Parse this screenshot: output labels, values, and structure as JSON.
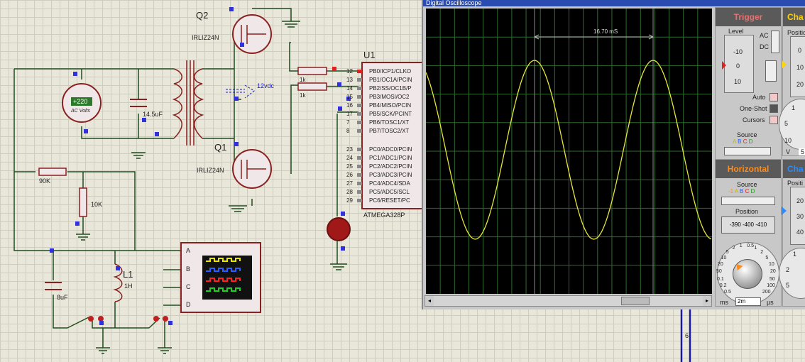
{
  "osc": {
    "title": "Digital Oscilloscope",
    "measurement": "16.70 mS",
    "trigger": {
      "title": "Trigger",
      "level_label": "Level",
      "level_ticks": [
        "-10",
        "0",
        "10"
      ],
      "ac_label": "AC",
      "dc_label": "DC",
      "auto_label": "Auto",
      "oneshot_label": "One-Shot",
      "cursors_label": "Cursors",
      "source_label": "Source",
      "source_letters": [
        "A",
        "B",
        "C",
        "D"
      ]
    },
    "horizontal": {
      "title": "Horizontal",
      "source_label": "Source",
      "source_letters": [
        "-1",
        "A",
        "B",
        "C",
        "D"
      ],
      "position_label": "Position",
      "position_readout": "-390 -400 -410",
      "dial_scale": [
        "0.5",
        "0.2",
        "0.1",
        "50",
        "20",
        "10",
        "5",
        "2",
        "1",
        "0.5",
        "1",
        "2",
        "5",
        "10",
        "20",
        "50",
        "100",
        "200"
      ],
      "unit_left": "ms",
      "value": "2m",
      "unit_right": "µs"
    },
    "channel_a": {
      "title": "Cha",
      "position_label": "Positio",
      "ticks": [
        "0",
        "10",
        "20"
      ],
      "dial_scale": [
        "1",
        "5",
        "10"
      ],
      "unit": "V",
      "value": "5"
    },
    "channel_b": {
      "title": "Cha",
      "position_label": "Positi",
      "ticks": [
        "20",
        "30",
        "40"
      ],
      "dial_scale": [
        "1",
        "2",
        "5"
      ]
    },
    "colors": {
      "trace": "#e6e63c",
      "grid": "#3a7a3a",
      "trigger_title": "#e87070",
      "horizontal_title": "#ff8c1a",
      "channel_title": "#ffd400"
    }
  },
  "schematic": {
    "q2_label": "Q2",
    "q2_part": "IRLIZ24N",
    "q1_label": "Q1",
    "q1_part": "IRLIZ24N",
    "supply_label": "12vdc",
    "cap_label": "14.5uF",
    "source_value": "+220",
    "source_type": "AC Volts",
    "r1_label": "1k",
    "r2_label": "1k",
    "r_90k": "90K",
    "r_10k": "10K",
    "l1_label": "L1",
    "l1_value": "1H",
    "c8_label": "8uF",
    "u1_label": "U1",
    "u1_part": "ATMEGA328P",
    "u1_pins": [
      {
        "num": "12",
        "name": "PB0/ICP1/CLKO"
      },
      {
        "num": "13",
        "name": "PB1/OC1A/PCIN"
      },
      {
        "num": "14",
        "name": "PB2/SS/OC1B/P"
      },
      {
        "num": "15",
        "name": "PB3/MOSI/OC2"
      },
      {
        "num": "16",
        "name": "PB4/MISO/PCIN"
      },
      {
        "num": "17",
        "name": "PB5/SCK/PCINT"
      },
      {
        "num": "7",
        "name": "PB6/TOSC1/XT"
      },
      {
        "num": "8",
        "name": "PB7/TOSC2/XT"
      },
      {
        "num": "23",
        "name": "PC0/ADC0/PCIN"
      },
      {
        "num": "24",
        "name": "PC1/ADC1/PCIN"
      },
      {
        "num": "25",
        "name": "PC2/ADC2/PCIN"
      },
      {
        "num": "26",
        "name": "PC3/ADC3/PCIN"
      },
      {
        "num": "27",
        "name": "PC4/ADC4/SDA"
      },
      {
        "num": "28",
        "name": "PC5/ADC5/SCL"
      },
      {
        "num": "29",
        "name": "PC6/RESET/PC"
      }
    ],
    "scope_channels": [
      "A",
      "B",
      "C",
      "D"
    ],
    "bus_label": "6"
  }
}
